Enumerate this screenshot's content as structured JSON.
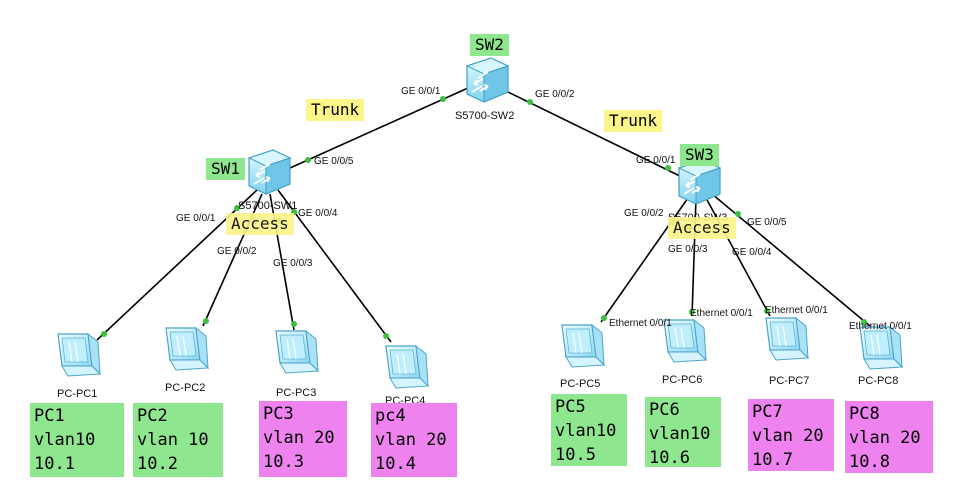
{
  "switches": [
    {
      "id": "sw1",
      "tag": "SW1",
      "model": "S5700-SW1"
    },
    {
      "id": "sw2",
      "tag": "SW2",
      "model": "S5700-SW2"
    },
    {
      "id": "sw3",
      "tag": "SW3",
      "model": "S5700-SW3"
    }
  ],
  "link_labels": {
    "trunk_left": "Trunk",
    "trunk_right": "Trunk",
    "access_left": "Access",
    "access_right": "Access"
  },
  "ports": {
    "sw2_g1": "GE 0/0/1",
    "sw2_g2": "GE 0/0/2",
    "sw1_g5": "GE 0/0/5",
    "sw1_g1": "GE 0/0/1",
    "sw1_g2": "GE 0/0/2",
    "sw1_g3": "GE 0/0/3",
    "sw1_g4": "GE 0/0/4",
    "sw3_g1": "GE 0/0/1",
    "sw3_g2": "GE 0/0/2",
    "sw3_g3": "GE 0/0/3",
    "sw3_g4": "GE 0/0/4",
    "sw3_g5": "GE 0/0/5",
    "pc5_eth": "Ethernet 0/0/1",
    "pc6_eth": "Ethernet 0/0/1",
    "pc7_eth": "Ethernet 0/0/1",
    "pc8_eth": "Ethernet 0/0/1"
  },
  "pcs": [
    {
      "name": "PC-PC1",
      "l1": "PC1",
      "l2": "vlan10",
      "l3": "10.1",
      "color": "green"
    },
    {
      "name": "PC-PC2",
      "l1": "PC2",
      "l2": "vlan 10",
      "l3": "10.2",
      "color": "green"
    },
    {
      "name": "PC-PC3",
      "l1": "PC3",
      "l2": "vlan 20",
      "l3": "10.3",
      "color": "pink"
    },
    {
      "name": "PC-PC4",
      "l1": "pc4",
      "l2": "vlan 20",
      "l3": "10.4",
      "color": "pink"
    },
    {
      "name": "PC-PC5",
      "l1": "PC5",
      "l2": "vlan10",
      "l3": "10.5",
      "color": "green"
    },
    {
      "name": "PC-PC6",
      "l1": "PC6",
      "l2": "vlan10",
      "l3": "10.6",
      "color": "green"
    },
    {
      "name": "PC-PC7",
      "l1": "PC7",
      "l2": "vlan 20",
      "l3": "10.7",
      "color": "pink"
    },
    {
      "name": "PC-PC8",
      "l1": "PC8",
      "l2": "vlan 20",
      "l3": "10.8",
      "color": "pink"
    }
  ],
  "colors": {
    "green": "#8ee68e",
    "pink": "#ee82ee",
    "yellow": "#fcf58a",
    "link": "#000000",
    "port_dot": "#3cc13c"
  }
}
